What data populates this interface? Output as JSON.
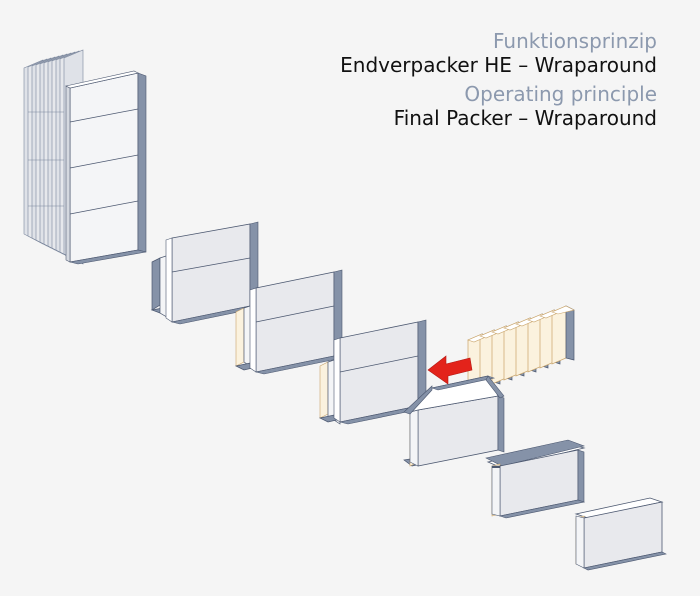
{
  "titles": {
    "de_label": "Funktionsprinzip",
    "de_title": "Endverpacker HE – Wraparound",
    "en_label": "Operating principle",
    "en_title": "Final Packer – Wraparound"
  },
  "colors": {
    "background": "#f5f5f5",
    "carton_face": "#e8e9ed",
    "carton_face_light": "#f4f5f7",
    "carton_top": "#ffffff",
    "carton_side": "#8592a8",
    "carton_outline": "#4c5870",
    "product_fill": "#fbf2de",
    "arrow_red": "#e3231b",
    "label_grey": "#8c99ae"
  },
  "icons": {
    "arrow": "red-arrow-icon"
  }
}
